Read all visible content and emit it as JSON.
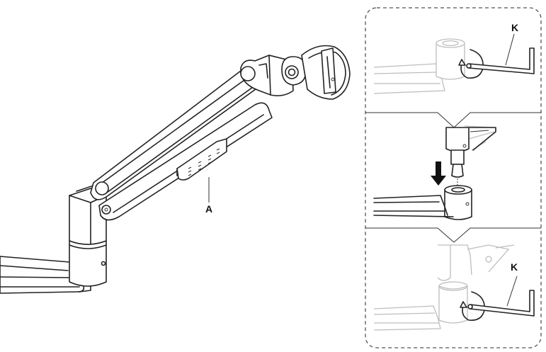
{
  "labels": {
    "part_a": "A",
    "tool_k_top": "K",
    "tool_k_bottom": "K"
  }
}
